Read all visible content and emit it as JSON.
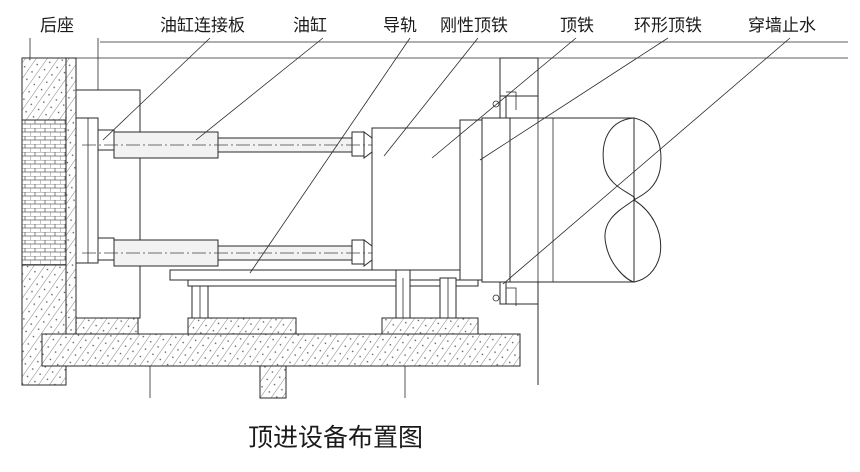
{
  "labels": {
    "back_seat": "后座",
    "cylinder_plate": "油缸连接板",
    "cylinder": "油缸",
    "guide_rail": "导轨",
    "rigid_jack_iron": "刚性顶铁",
    "jack_iron": "顶铁",
    "ring_jack_iron": "环形顶铁",
    "wall_waterstop": "穿墙止水"
  },
  "caption": "顶进设备布置图"
}
